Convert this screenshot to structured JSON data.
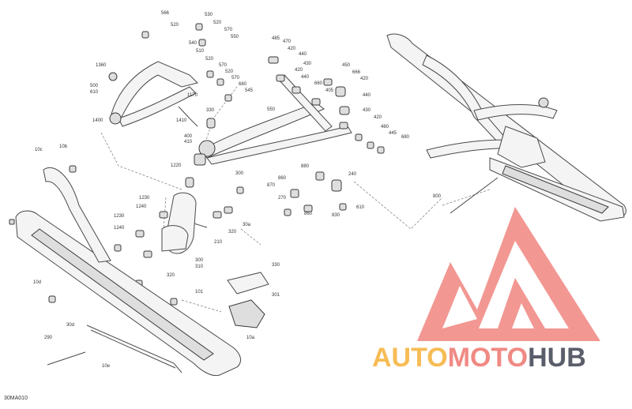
{
  "diagram_id": "30MA010",
  "brand": {
    "part1": "AUTO",
    "part2": "MOTO",
    "part3": "HUB"
  },
  "callouts": [
    "566",
    "520",
    "530",
    "520",
    "570",
    "550",
    "540",
    "510",
    "520",
    "570",
    "520",
    "570",
    "680",
    "545",
    "1360",
    "500",
    "610",
    "1170",
    "330",
    "1400",
    "485",
    "470",
    "420",
    "440",
    "420",
    "440",
    "430",
    "450",
    "666",
    "405",
    "420",
    "660",
    "440",
    "420",
    "430",
    "460",
    "445",
    "680",
    "10b",
    "10c",
    "1220",
    "400",
    "410",
    "1410",
    "300",
    "10d",
    "550",
    "860",
    "880",
    "270",
    "240",
    "870",
    "860",
    "830",
    "610",
    "1230",
    "1240",
    "1230",
    "1240",
    "210",
    "320",
    "30a",
    "300",
    "310",
    "320",
    "330",
    "101",
    "301",
    "30d",
    "290",
    "10e",
    "10a",
    "800"
  ]
}
